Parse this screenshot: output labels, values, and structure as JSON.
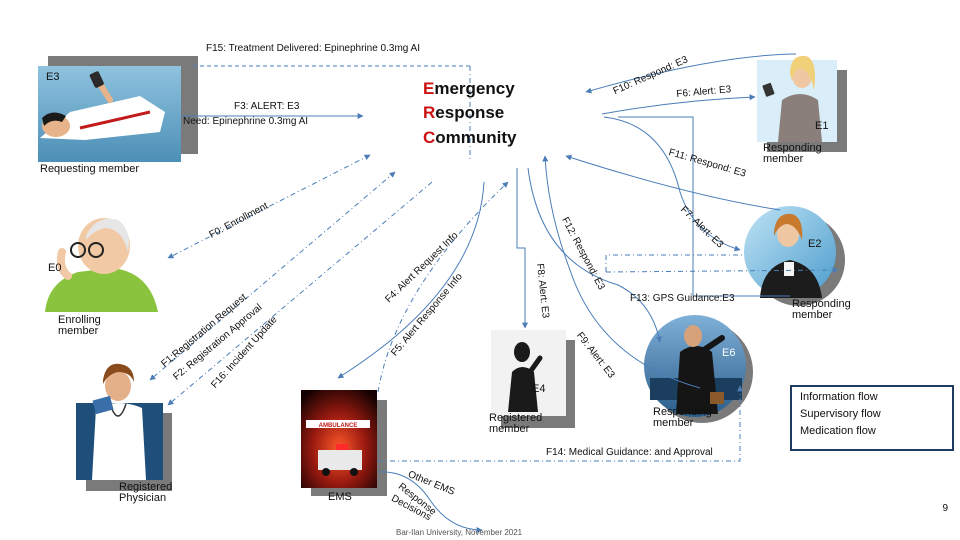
{
  "title": {
    "line1_cap": "E",
    "line1_rest": "mergency",
    "line2_cap": "R",
    "line2_rest": "esponse",
    "line3_cap": "C",
    "line3_rest": "ommunity"
  },
  "flows": {
    "f0": "F0: Enrollment",
    "f1": "F1:Registration Request",
    "f2": "F2: Registration Approval",
    "f3_a": "F3: ALERT: E3",
    "f3_b": "Need: Epinephrine 0.3mg AI",
    "f4": "F4: Alert Request Info",
    "f5": "F5: Alert Response Info",
    "f6": "F6: Alert: E3",
    "f7": "F7: Alert: E3",
    "f8": "F8: Alert: E3",
    "f9": "F9: Alert: E3",
    "f10": "F10: Respond: E3",
    "f11": "F11: Respond: E3",
    "f12": "F12: Respond: E3",
    "f13": "F13: GPS Guidance:E3",
    "f14": "F14: Medical Guidance: and Approval",
    "f15": "F15: Treatment Delivered: Epinephrine 0.3mg AI",
    "f16": "F16: Incident Update",
    "ems_a": "Other EMS",
    "ems_b": "Response",
    "ems_c": "Decisions"
  },
  "nodes": {
    "e3": {
      "tag": "E3",
      "label_1": "Requesting member"
    },
    "e0": {
      "tag": "E0",
      "label_1": "Enrolling",
      "label_2": "member"
    },
    "physician": {
      "label_1": "Registered",
      "label_2": "Physician"
    },
    "ems": {
      "label_1": "EMS",
      "sign": "AMBULANCE"
    },
    "e4": {
      "tag": "E4",
      "label_1": "Registered",
      "label_2": "member"
    },
    "e6": {
      "tag": "E6",
      "label_1": "Responding",
      "label_2": "member"
    },
    "e2": {
      "tag": "E2",
      "label_1": "Responding",
      "label_2": "member"
    },
    "e1": {
      "tag": "E1",
      "label_1": "Responding",
      "label_2": "member"
    }
  },
  "legend": {
    "info": "Information flow",
    "supervisory": "Supervisory flow",
    "medication": "Medication flow"
  },
  "colors": {
    "arrow": "#4a7db8",
    "title_cap": "#cc1111",
    "legend_border": "#1f3a5f"
  },
  "page_number": "9",
  "footer": "Bar-Ilan University, November 2021"
}
